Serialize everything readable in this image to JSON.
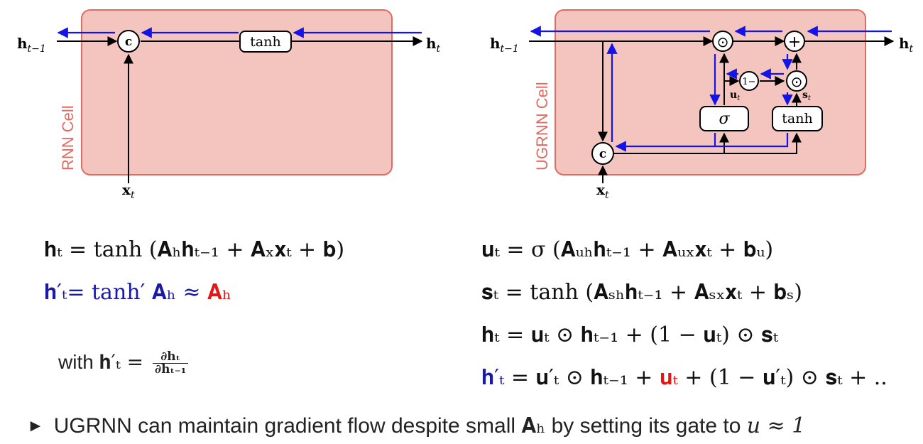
{
  "rnn": {
    "cell_label": "RNN Cell",
    "h_prev": "h",
    "h_prev_sub": "t−1",
    "h_out": "h",
    "h_out_sub": "t",
    "x_in": "x",
    "x_sub": "t",
    "concat": "c",
    "tanh": "tanh"
  },
  "ugrnn": {
    "cell_label": "UGRNN Cell",
    "h_prev": "h",
    "h_prev_sub": "t−1",
    "h_out": "h",
    "h_out_sub": "t",
    "x_in": "x",
    "x_sub": "t",
    "concat": "c",
    "sigma": "σ",
    "tanh": "tanh",
    "one_minus": "1−",
    "u_label": "u",
    "u_sub": "t",
    "s_label": "s",
    "s_sub": "t",
    "odot": "⊙",
    "plus": "+"
  },
  "equations": {
    "rnn_h": "𝐡ₜ = tanh (𝐀ₕ𝐡ₜ₋₁ + 𝐀ₓ𝐱ₜ + 𝐛)",
    "rnn_grad_a": "𝐡′ₜ= tanh′ 𝐀ₕ ≈ ",
    "rnn_grad_b": "𝐀ₕ",
    "with_text": "with",
    "with_lhs": "𝐡′ₜ = ",
    "frac_num": "∂𝐡ₜ",
    "frac_den": "∂𝐡ₜ₋₁",
    "ug_u": "𝐮ₜ =      σ (𝐀ᵤₕ𝐡ₜ₋₁ + 𝐀ᵤₓ𝐱ₜ + 𝐛ᵤ)",
    "ug_s": "𝐬ₜ = tanh (𝐀ₛₕ𝐡ₜ₋₁ + 𝐀ₛₓ𝐱ₜ + 𝐛ₛ)",
    "ug_h": "𝐡ₜ = 𝐮ₜ ⊙ 𝐡ₜ₋₁ + (1 − 𝐮ₜ) ⊙ 𝐬ₜ",
    "ug_grad_a": "𝐡′ₜ",
    "ug_grad_b": " = 𝐮′ₜ ⊙ 𝐡ₜ₋₁ + ",
    "ug_grad_c": "𝐮ₜ",
    "ug_grad_d": " + (1 − 𝐮′ₜ) ⊙ 𝐬ₜ + .."
  },
  "bullet": {
    "marker": "►",
    "text_a": "UGRNN can maintain gradient flow despite small ",
    "math_a": "𝐀ₕ",
    "text_b": " by setting its gate to ",
    "math_b": "u ≈ 1"
  },
  "colors": {
    "cell_fill": "#f4c5bf",
    "cell_stroke": "#e06b62",
    "cell_label": "#e06b62",
    "gradient_arrow": "#1414e6",
    "forward_arrow": "#000000",
    "highlight": "#e41616"
  }
}
